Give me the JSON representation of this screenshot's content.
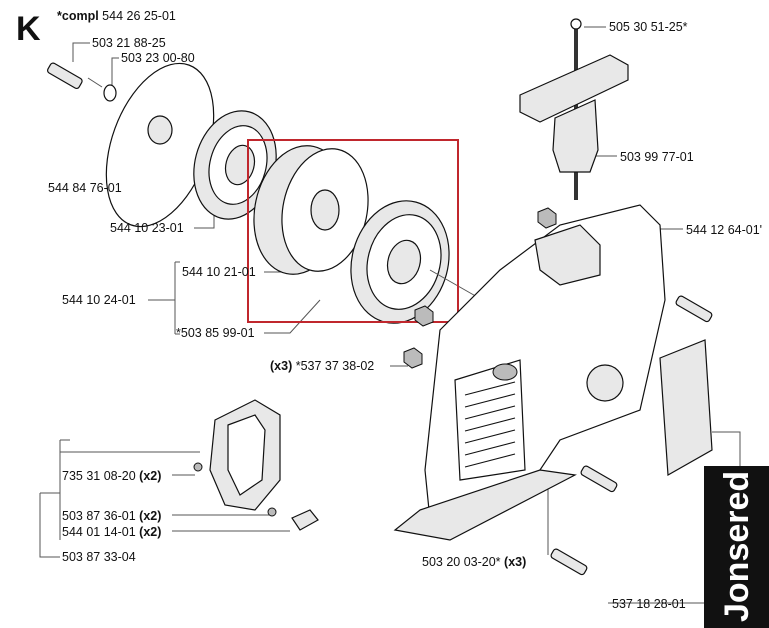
{
  "section_letter": "K",
  "compl_prefix": "*compl",
  "compl_number": "544 26 25-01",
  "parts": {
    "screw_top": "503 21 88-25",
    "washer": "503 23 00-80",
    "cover_disc": "544 84 76-01",
    "spring": "544 10 23-01",
    "pulley": "544 10 21-01",
    "assembly": "544 10 24-01",
    "spring_cassette": "*503 85 99-01",
    "nut_qty": "(x3)",
    "nut": "*537 37 38-02",
    "rope": "505 30 51-25*",
    "handle": "503 99 77-01",
    "housing": "544 12 64-01'",
    "clip": "735 31 08-20",
    "clip_qty": "(x2)",
    "pawl_spring": "503 87 36-01",
    "pawl_spring_qty": "(x2)",
    "pawl": "544 01 14-01",
    "pawl_qty": "(x2)",
    "pawl_assembly": "503 87 33-04",
    "housing_screw": "503 20 03-20*",
    "housing_screw_qty": "(x3)",
    "decal": "537 18 28-01"
  },
  "logo": "Jonsered",
  "highlight_color": "#c0272d"
}
